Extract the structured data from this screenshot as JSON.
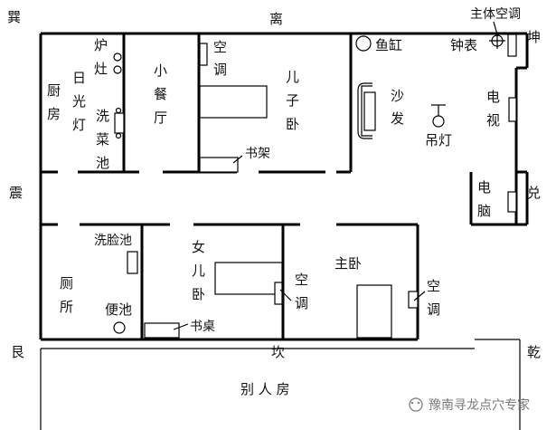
{
  "directions": {
    "xun": "巽",
    "li": "离",
    "kun": "坤",
    "zhen": "震",
    "dui": "兑",
    "gen": "艮",
    "kan": "坎",
    "qian": "乾"
  },
  "rooms": {
    "kitchen": "厨房",
    "fluorescent_lamp": "日光灯",
    "stove": "炉灶",
    "vegetable_sink": "洗菜池",
    "small_dining": "小餐厅",
    "son_ac": "空调",
    "son_bedroom": "儿子卧",
    "bookshelf": "书架",
    "fish_tank": "鱼缸",
    "clock": "钟表",
    "main_ac": "主体空调",
    "sofa": "沙发",
    "pendant_lamp": "吊灯",
    "tv": "电视",
    "computer": "电脑",
    "washbasin": "洗脸池",
    "toilet_room": "厕所",
    "toilet": "便池",
    "daughter_bedroom": "女儿卧",
    "desk": "书桌",
    "daughter_ac": "空调",
    "master_bedroom": "主卧",
    "master_ac": "空调",
    "neighbor_house": "别 人 房"
  },
  "watermark": {
    "text": "豫南寻龙点穴专家"
  }
}
